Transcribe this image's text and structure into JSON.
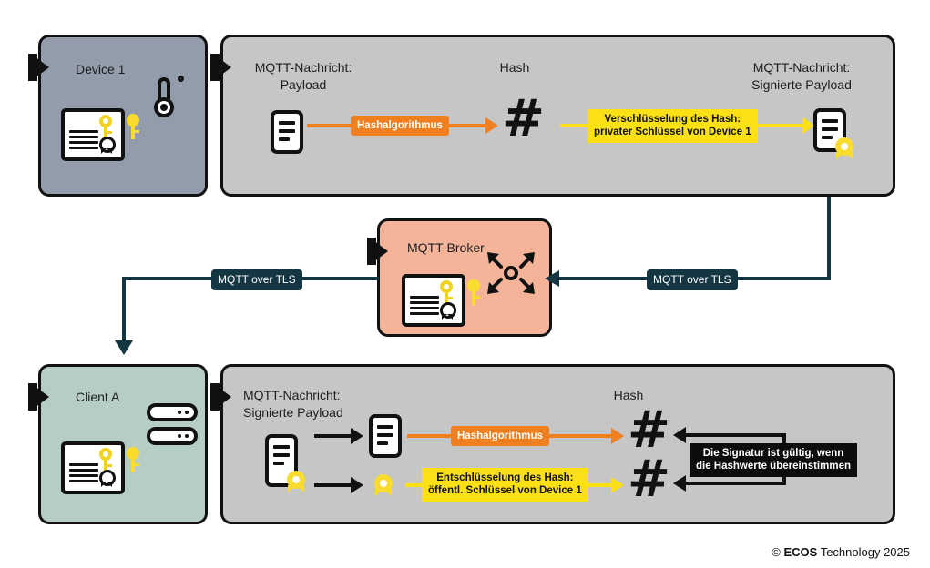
{
  "diagram": {
    "title": "MQTT message signing and verification flow",
    "colors": {
      "device_panel": "#939cab",
      "process_panel": "#c6c6c6",
      "broker_panel": "#f5b39a",
      "client_panel": "#b6cdc3",
      "orange_label": "#ef7f1f",
      "yellow_label": "#fbe016",
      "teal_label": "#143642",
      "black_label": "#0d0d0d",
      "key_yellow": "#fadc2e"
    }
  },
  "panels": {
    "device": {
      "title": "Device 1",
      "icons": [
        "thermometer-icon",
        "certificate-icon",
        "key-icon"
      ]
    },
    "sign": {
      "source_label_line1": "MQTT-Nachricht:",
      "source_label_line2": "Payload",
      "hash_label": "Hash",
      "result_label_line1": "MQTT-Nachricht:",
      "result_label_line2": "Signierte Payload",
      "hash_glyph": "#",
      "step1_label": "Hashalgorithmus",
      "step2_label_line1": "Verschlüsselung des Hash:",
      "step2_label_line2": "privater Schlüssel von Device 1"
    },
    "broker": {
      "title": "MQTT-Broker",
      "icons": [
        "certificate-icon",
        "key-icon",
        "distribute-arrows-icon"
      ]
    },
    "client": {
      "title": "Client A",
      "icons": [
        "server-rack-icon",
        "certificate-icon",
        "key-icon"
      ]
    },
    "verify": {
      "source_label_line1": "MQTT-Nachricht:",
      "source_label_line2": "Signierte Payload",
      "hash_label": "Hash",
      "hash_glyph_top": "#",
      "hash_glyph_bottom": "#",
      "step1_label": "Hashalgorithmus",
      "step2_label_line1": "Entschlüsselung des Hash:",
      "step2_label_line2": "öffentl. Schlüssel von Device 1",
      "conclusion_line1": "Die Signatur ist gültig, wenn",
      "conclusion_line2": "die Hashwerte übereinstimmen"
    }
  },
  "connections": {
    "device_to_broker_label": "MQTT over TLS",
    "broker_to_client_label": "MQTT over TLS"
  },
  "footer": {
    "copyright_symbol": "©",
    "brand": "ECOS",
    "rest": "Technology 2025"
  }
}
